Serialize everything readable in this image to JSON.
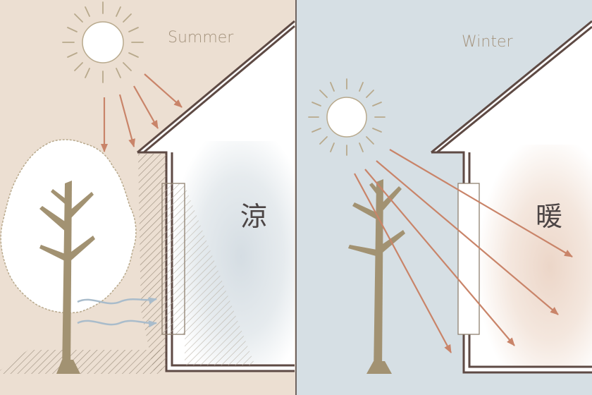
{
  "summer": {
    "label": "Summer",
    "interior_label": "涼",
    "background_color": "#ecdfd2",
    "interior_tint": "#d9e1e6"
  },
  "winter": {
    "label": "Winter",
    "interior_label": "暖",
    "background_color": "#d6dfe4",
    "interior_tint": "#ecd8cb"
  },
  "colors": {
    "sun_ray_arrow": "#c98469",
    "sun_outline": "#b8a98c",
    "tree_trunk": "#a29272",
    "wall_outline": "#5e4a44",
    "label_text": "#a4937d",
    "kanji_text": "#4c4545",
    "breeze_arrow": "#a9bccb",
    "divider": "#6e6460"
  },
  "icons": [
    "sun-icon",
    "deciduous-tree-icon",
    "bare-tree-icon",
    "house-section-icon",
    "wind-arrow-icon",
    "sunlight-arrow-icon"
  ]
}
